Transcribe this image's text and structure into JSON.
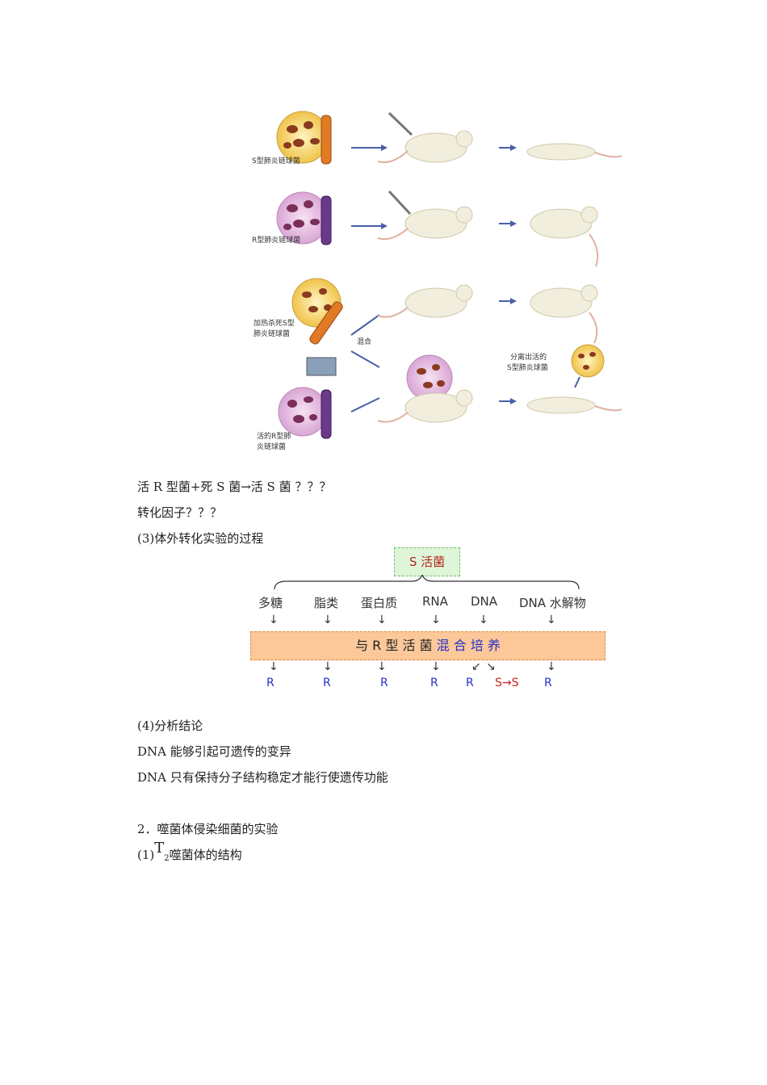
{
  "figure": {
    "label_s_bacteria": "S型肺炎链球菌",
    "label_r_bacteria": "R型肺炎链球菌",
    "label_heat_killed": [
      "加热杀死S型",
      "肺炎链球菌"
    ],
    "label_mix": "混合",
    "label_live_r": [
      "活的R型肺",
      "炎链球菌"
    ],
    "label_isolate": [
      "分离出活的",
      "S型肺炎球菌"
    ]
  },
  "text": {
    "line1": "活 R 型菌+死 S 菌→活 S 菌  ？？？",
    "line2": "转化因子？？？",
    "line3": "(3)体外转化实验的过程",
    "line4": "(4)分析结论",
    "line5": "DNA 能够引起可遗传的变异",
    "line6": "DNA 只有保持分子结构稳定才能行使遗传功能",
    "line7": "2．噬菌体侵染细菌的实验",
    "line8_prefix": "(1)",
    "line8_T": "T",
    "line8_sub": "2",
    "line8_suffix": "噬菌体的结构"
  },
  "flow": {
    "source": "S 活菌",
    "items": [
      "多糖",
      "脂类",
      "蛋白质",
      "RNA",
      "DNA",
      "DNA 水解物"
    ],
    "mix_prefix": "与 R  型  活  菌",
    "mix_suffix": "混  合  培  养",
    "results": [
      "R",
      "R",
      "R",
      "R",
      "R",
      "S→S",
      "R"
    ]
  }
}
